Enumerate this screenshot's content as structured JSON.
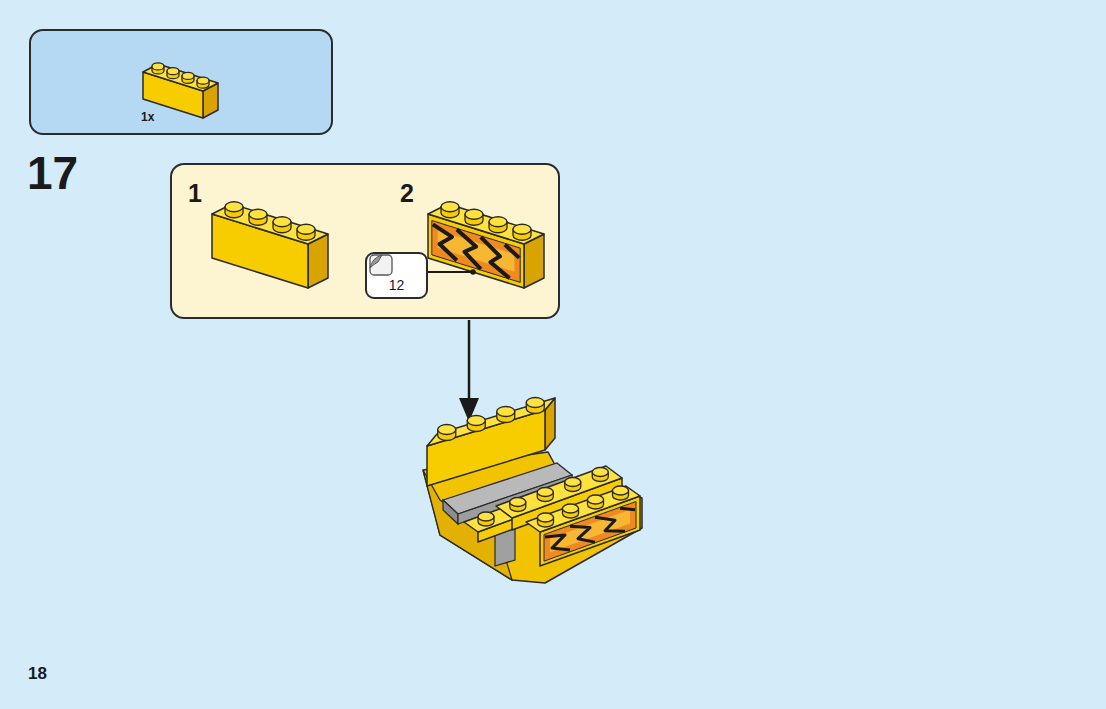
{
  "diagram": {
    "nodes": [
      {
        "text": [
          "1x"
        ]
      },
      {
        "text": [
          "1",
          "2"
        ]
      },
      {
        "text": [
          "12"
        ],
        "in": 1
      }
    ],
    "labels": [
      "17",
      "18"
    ]
  }
}
